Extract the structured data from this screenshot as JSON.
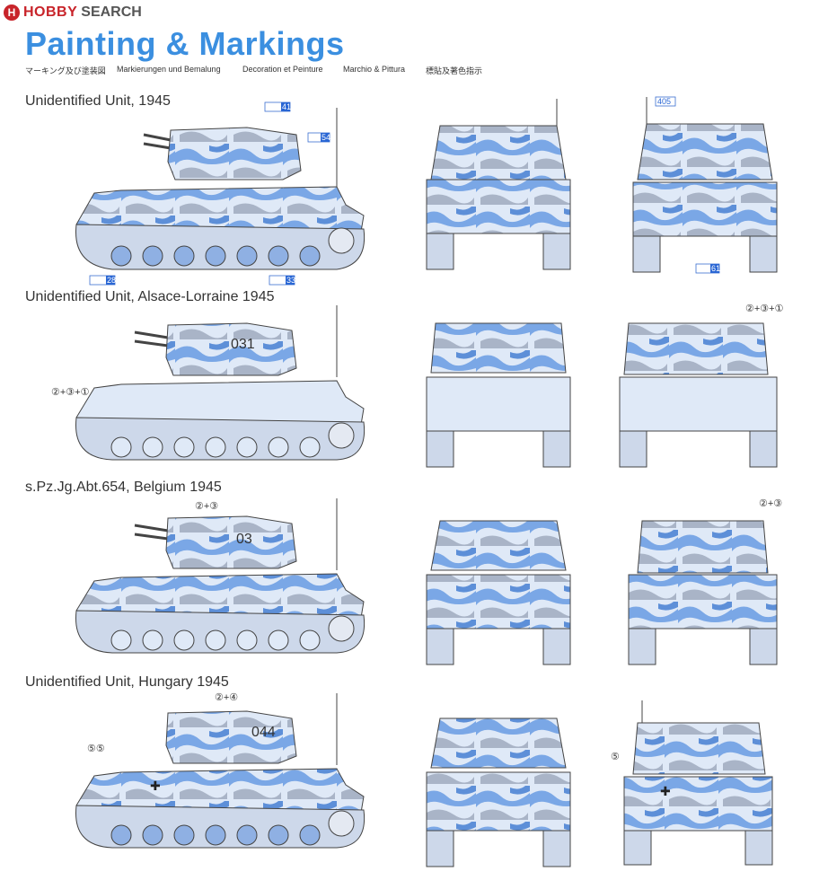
{
  "header": {
    "logo_mark": "H",
    "logo_hobby": "HOBBY",
    "logo_search": "SEARCH",
    "title": "Painting & Markings",
    "subtitles": [
      "マーキング及び塗装図",
      "Markierungen und Bemalung",
      "Decoration et Peinture",
      "Marchio & Pittura",
      "標貼及著色指示"
    ]
  },
  "sections": [
    {
      "label": "Unidentified Unit, 1945",
      "side_number": "",
      "callouts": [
        "41",
        "54",
        "28",
        "33"
      ],
      "rear_callouts": [
        "61"
      ],
      "front_callout": "405"
    },
    {
      "label": "Unidentified Unit, Alsace-Lorraine 1945",
      "side_number": "031",
      "side_callout": "②+③+①",
      "rear_callout": "②+③+①"
    },
    {
      "label": "s.Pz.Jg.Abt.654, Belgium 1945",
      "side_number": "03",
      "side_callout": "②+③",
      "rear_callout": "②+③"
    },
    {
      "label": "Unidentified Unit, Hungary 1945",
      "side_number": "044",
      "side_callout": "②+④",
      "side_callout2": "⑤⑤",
      "rear_callout": "⑤"
    }
  ],
  "colors": {
    "title_blue": "#3b8fe0",
    "camo_blue": "#7aa7e6",
    "camo_light": "#dfe9f7",
    "camo_grey": "#a9b4c7",
    "outline": "#444444"
  }
}
